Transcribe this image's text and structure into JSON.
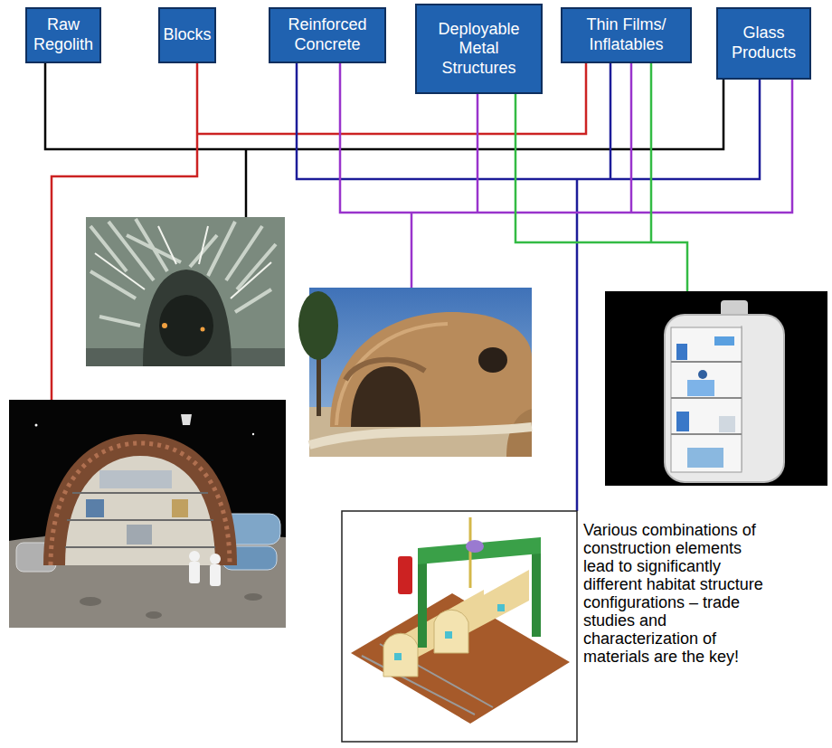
{
  "diagram": {
    "nodes": [
      {
        "text": [
          "Raw Regolith"
        ]
      },
      {
        "text": [
          "Blocks"
        ]
      },
      {
        "text": [
          "Reinforced Concrete"
        ]
      },
      {
        "text": [
          "Deployable Metal Structures"
        ]
      },
      {
        "text": [
          "Thin Films/ Inflatables"
        ]
      },
      {
        "text": [
          "Glass Products"
        ]
      }
    ],
    "labels": [
      "Various combinations of construction elements lead to significantly different habitat structure configurations – trade studies and characterization of materials are the key!"
    ]
  }
}
